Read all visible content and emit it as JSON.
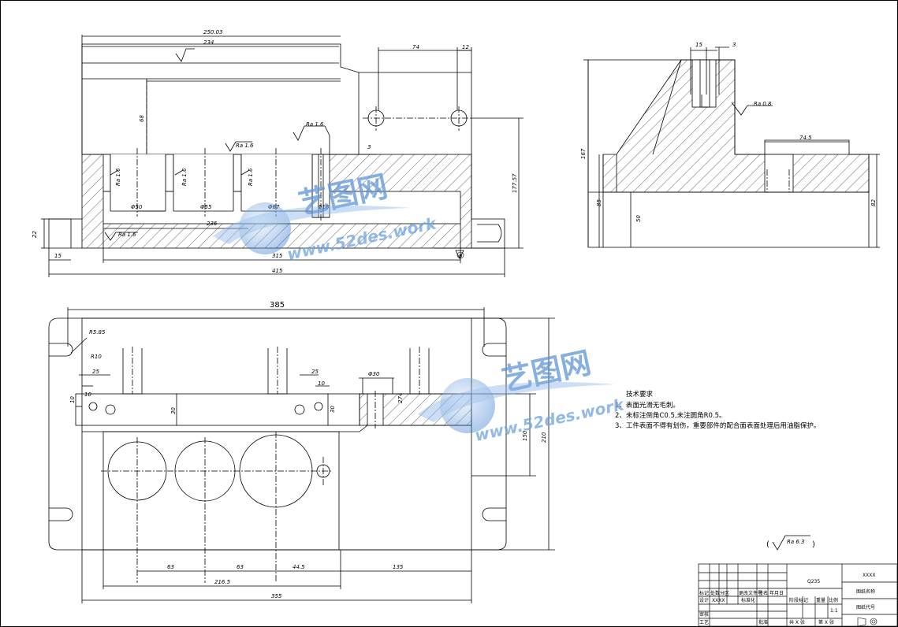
{
  "top_view": {
    "dims": {
      "d250": "250.03",
      "d234": "234",
      "d74": "74",
      "d12": "12",
      "d68": "68",
      "d3": "3",
      "d177": "177.57",
      "d236": "236",
      "d22": "22",
      "d15": "15",
      "d315": "315",
      "d415": "415",
      "d50": "Φ50",
      "d55": "Φ55",
      "d67": "Φ67",
      "d16": "Φ16",
      "ra16a": "Ra 1.6",
      "ra16b": "Ra 1.6",
      "ra16c": "Ra 1.6",
      "ra16v1": "Ra 1.6",
      "ra16v2": "Ra 1.6",
      "ra16v3": "Ra 1.6",
      "sym": "6"
    }
  },
  "side_view": {
    "dims": {
      "d15": "15",
      "d3": "3",
      "ra08": "Ra 0.8",
      "d167": "167",
      "d145": "74.5",
      "d85": "85",
      "d50": "50",
      "d82": "82"
    }
  },
  "bottom_view": {
    "dims": {
      "d385": "385",
      "r585": "R5.85",
      "r10": "R10",
      "d25a": "25",
      "d25b": "25",
      "d10a": "10",
      "d10b": "10",
      "d10c": "10",
      "d30a": "30",
      "d30b": "30",
      "d30c": "Φ30",
      "d274": "274",
      "d150": "150",
      "d210": "210",
      "d63a": "63",
      "d63b": "63",
      "d445": "44.5",
      "d135": "135",
      "d2165": "216.5",
      "d355": "355"
    }
  },
  "tech_notes": {
    "heading": "技术要求",
    "line1": "1、表面光滑无毛刺。",
    "line2": "2、未标注倒角C0.5,未注圆角R0.5。",
    "line3": "3、工件表面不得有划伤，重要部件的配合面表面处理后用油脂保护。"
  },
  "roughness_general": "Ra 6.3",
  "watermark": {
    "brand": "艺图网",
    "url": "www.52des.work"
  },
  "title_block": {
    "material": "Q235",
    "drawing_name_top": "XXXX",
    "drawing_name_label": "图纸名称",
    "drawing_code_label": "图纸代号",
    "scale_label": "比例",
    "scale_value": "1:1",
    "weight_label": "重量",
    "stage_label": "阶段标记",
    "designer_label": "设计",
    "designer_value": "XXXX",
    "std_label": "标准化",
    "review_label": "审核",
    "process_label": "工艺",
    "approve_label": "批准",
    "mark_label": "标记",
    "count_label": "处数",
    "zone_label": "分区",
    "change_label": "更改文件号",
    "sign_label": "签名",
    "date_label": "年月日",
    "sheets_total": "共 X 张",
    "sheet_no": "第 X 张"
  }
}
